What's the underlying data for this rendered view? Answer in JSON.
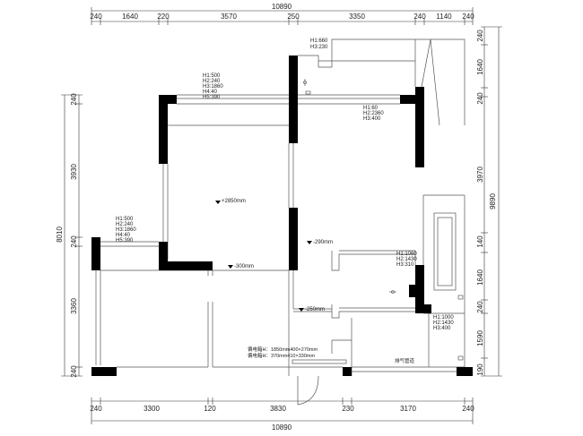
{
  "dimensions": {
    "top": {
      "total": "10890",
      "segments": [
        "240",
        "1640",
        "220",
        "3570",
        "250",
        "3350",
        "240",
        "1140",
        "240"
      ]
    },
    "bottom": {
      "total": "10890",
      "segments": [
        "240",
        "3300",
        "120",
        "3830",
        "230",
        "3170",
        "240"
      ]
    },
    "left": {
      "total": "8010",
      "segments": [
        "240",
        "3930",
        "240",
        "3360",
        "240"
      ]
    },
    "right": {
      "total": "9890",
      "segments": [
        "240",
        "1640",
        "240",
        "3970",
        "140",
        "1640",
        "240",
        "1590",
        "190"
      ]
    }
  },
  "annotations": [
    {
      "id": "win-top-right",
      "lines": [
        "H1:660",
        "H3:230"
      ]
    },
    {
      "id": "win-top-mid",
      "lines": [
        "H1:500",
        "H2:240",
        "H3:1860",
        "H4:40",
        "H5:390"
      ]
    },
    {
      "id": "win-right-room",
      "lines": [
        "H1:60",
        "H2:2360",
        "H3:400"
      ]
    },
    {
      "id": "win-left",
      "lines": [
        "H1:500",
        "H2:240",
        "H3:1860",
        "H4:40",
        "H5:390"
      ]
    },
    {
      "id": "win-kitchen",
      "lines": [
        "H1:1060",
        "H2:1430",
        "H3:310"
      ]
    },
    {
      "id": "win-bath",
      "lines": [
        "H1:1000",
        "H2:1430",
        "H3:400"
      ]
    }
  ],
  "levels": {
    "center": "+2850mm",
    "corridor": "-290mm",
    "hall": "-300mm",
    "lower": "-250mm"
  },
  "notes": {
    "beam1": "偏电箱H：1850mm400×270mm",
    "beam2": "偏电箱H：370mm410×330mm",
    "vent": "排气管道"
  }
}
